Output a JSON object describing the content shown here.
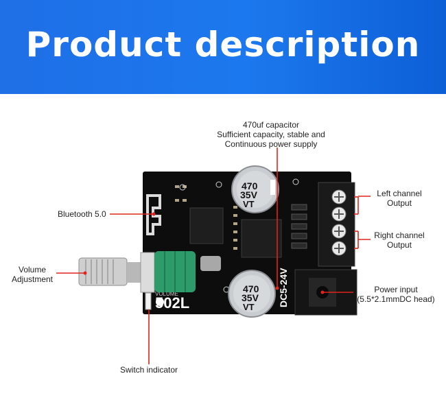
{
  "banner": {
    "title": "Product description"
  },
  "board": {
    "model": "502L",
    "voltage": "DC5-24V",
    "capacitor_top": [
      "470",
      "35V",
      "VT"
    ],
    "capacitor_bottom": [
      "470",
      "35V",
      "VT"
    ],
    "pot_label": "VOLUME"
  },
  "callouts": {
    "capacitor": [
      "470uf capacitor",
      "Sufficient capacity, stable and",
      "Continuous power supply"
    ],
    "bluetooth": [
      "Bluetooth 5.0"
    ],
    "volume": [
      "Volume",
      "Adjustment"
    ],
    "left_channel": [
      "Left channel",
      "Output"
    ],
    "right_channel": [
      "Right channel",
      "Output"
    ],
    "power_input": [
      "Power input",
      "(5.5*2.1mmDC head)"
    ],
    "switch_indicator": [
      "Switch indicator"
    ]
  },
  "colors": {
    "banner": "#1c78ee",
    "pointer": "#e0241b",
    "pcb": "#0d0d0d",
    "knob_ring": "#2e9c6a"
  }
}
